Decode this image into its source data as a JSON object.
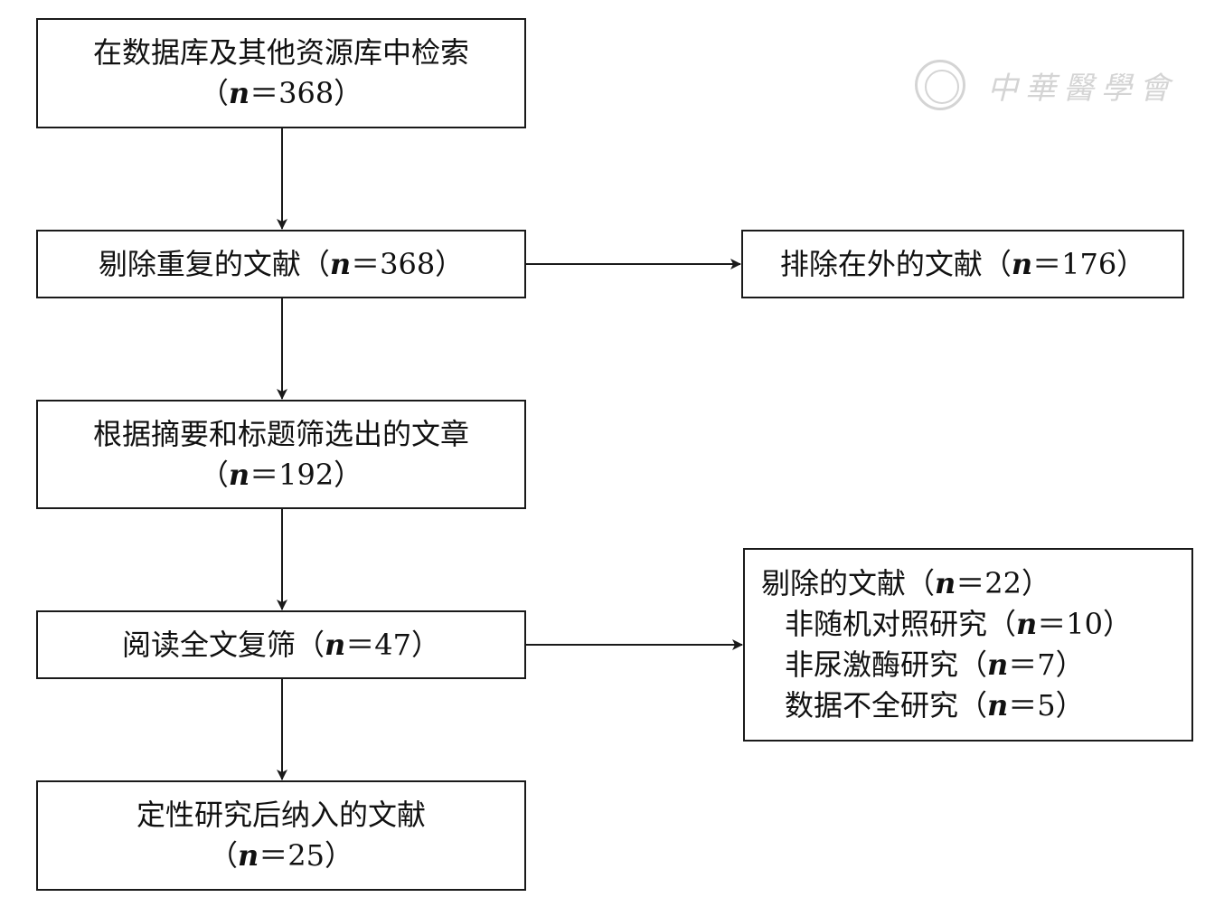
{
  "boxes": {
    "search": {
      "line1": "在数据库及其他资源库中检索",
      "open": "（",
      "n": "n",
      "eq": "＝368）"
    },
    "dedup": {
      "text": "剔除重复的文献（",
      "n": "n",
      "eq": "＝368）"
    },
    "excluded": {
      "text": "排除在外的文献（",
      "n": "n",
      "eq": "＝176）"
    },
    "screened": {
      "line1": "根据摘要和标题筛选出的文章",
      "open": "（",
      "n": "n",
      "eq": "＝192）"
    },
    "fulltext": {
      "text": "阅读全文复筛（",
      "n": "n",
      "eq": "＝47）"
    },
    "removed": {
      "header": {
        "text": "剔除的文献（",
        "n": "n",
        "eq": "＝22）"
      },
      "reasons": [
        {
          "text": "非随机对照研究（",
          "n": "n",
          "eq": "＝10）"
        },
        {
          "text": "非尿激酶研究（",
          "n": "n",
          "eq": "＝7）"
        },
        {
          "text": "数据不全研究（",
          "n": "n",
          "eq": "＝5）"
        }
      ]
    },
    "included": {
      "line1": "定性研究后纳入的文献",
      "open": "（",
      "n": "n",
      "eq": "＝25）"
    }
  },
  "watermark": {
    "text": "中華醫學會",
    "icon": "seal-icon"
  },
  "colors": {
    "stroke": "#1a1a1a",
    "watermark": "#d4d4d4"
  }
}
